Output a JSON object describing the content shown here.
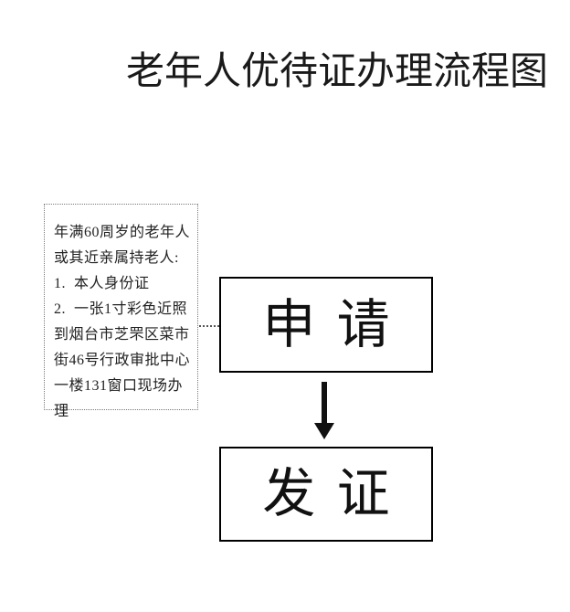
{
  "title": "老年人优待证办理流程图",
  "requirements_note": {
    "lines": [
      "年满60周岁的老年人",
      "或其近亲属持老人:",
      "1.  本人身份证",
      "2.  一张1寸彩色近照",
      "到烟台市芝罘区菜市",
      "街46号行政审批中心",
      "一楼131窗口现场办理"
    ]
  },
  "flowchart": {
    "steps": [
      {
        "label": "申请"
      },
      {
        "label": "发证"
      }
    ],
    "connector_icon": "arrow-down"
  },
  "colors": {
    "background": "#ffffff",
    "text": "#1a1a1a",
    "box_border": "#000000",
    "note_border": "#7a7a7a",
    "arrow": "#111111"
  }
}
